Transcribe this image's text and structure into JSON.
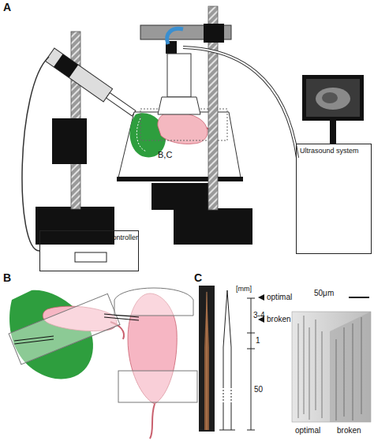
{
  "diagram": {
    "nodes": [
      {
        "text": [
          "MicroSyringe Pump Controller"
        ]
      },
      {
        "text": [
          "Ultrasound system"
        ]
      }
    ],
    "labels": [
      "A",
      "B,C",
      "B",
      "C",
      "[mm]",
      "optimal",
      "broken",
      "3-4",
      "1",
      "50",
      "50μm",
      "optimal",
      "broken"
    ]
  }
}
